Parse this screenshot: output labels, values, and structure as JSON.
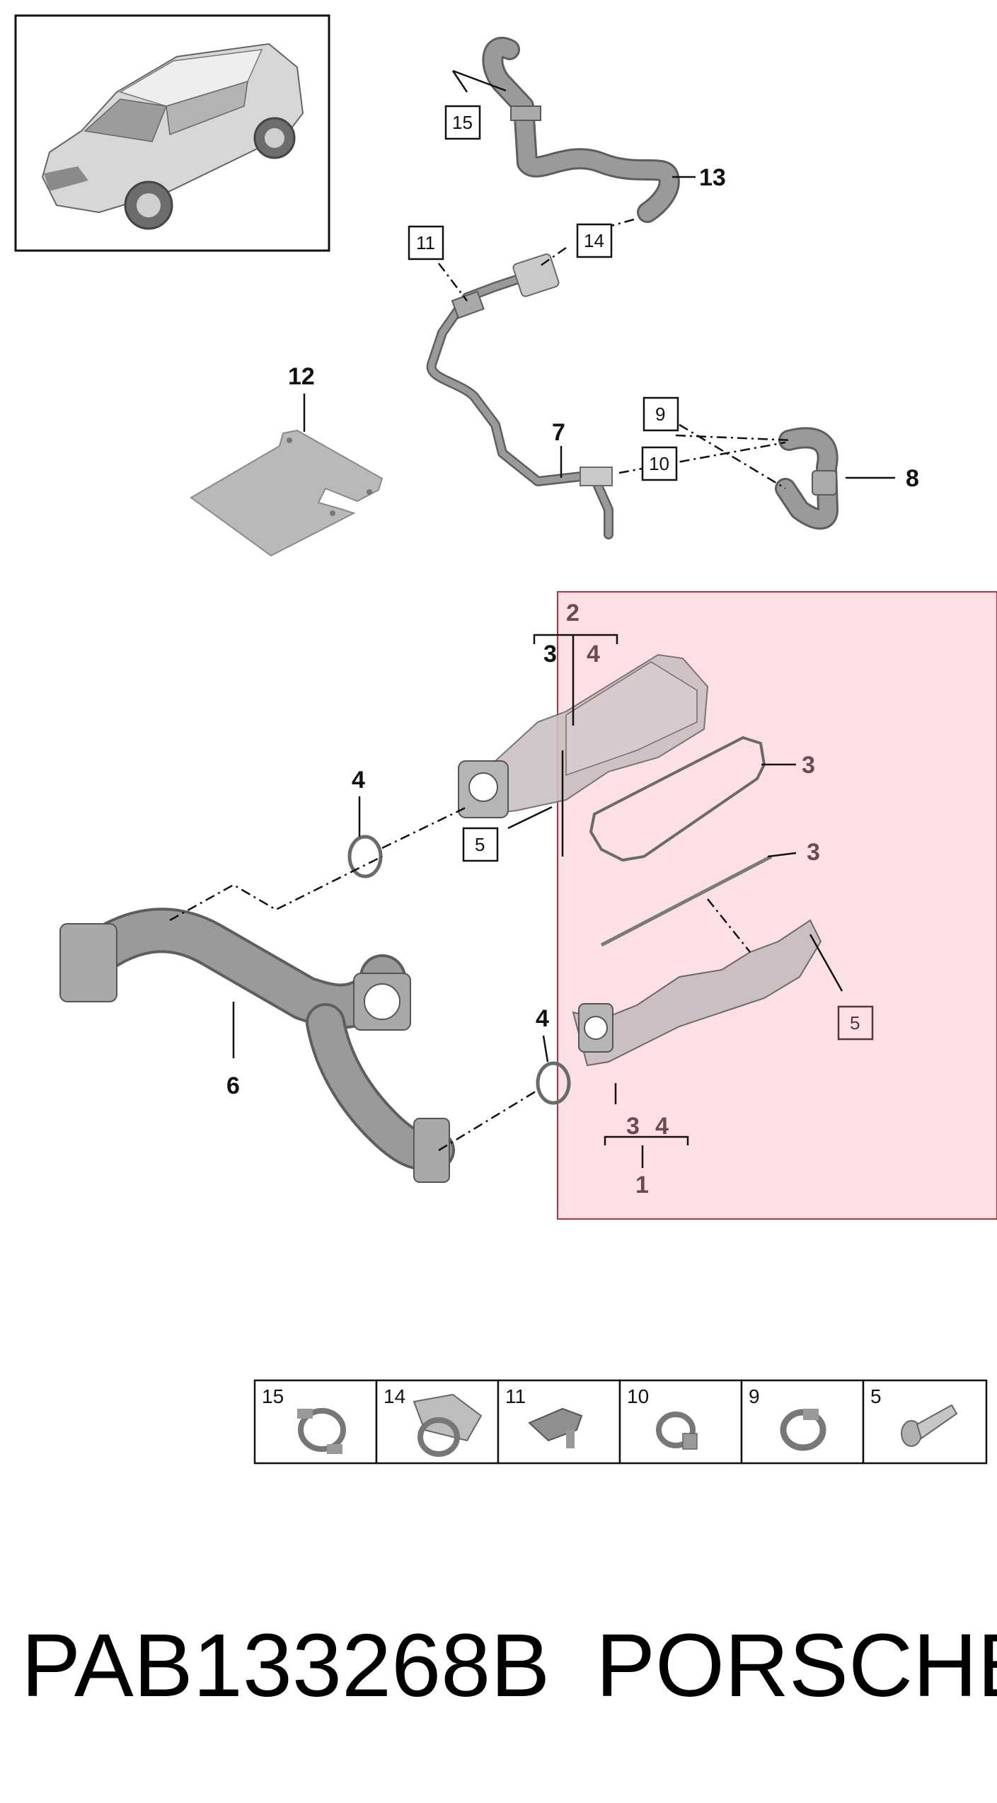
{
  "callouts": {
    "c1": "1",
    "c2": "2",
    "c3a": "3",
    "c3b": "3",
    "c3c": "3",
    "c3d": "3",
    "c4a": "4",
    "c4b": "4",
    "c4c": "4",
    "c4d": "4",
    "c6": "6",
    "c7": "7",
    "c8": "8",
    "c12": "12",
    "c13": "13"
  },
  "boxed_callouts": {
    "b15": "15",
    "b14": "14",
    "b11": "11",
    "b9": "9",
    "b10": "10",
    "b5a": "5",
    "b5b": "5"
  },
  "legend": {
    "cells": [
      "15",
      "14",
      "11",
      "10",
      "9",
      "5"
    ]
  },
  "footer": {
    "code": "PAB133268B",
    "brand": "PORSCHE"
  },
  "colors": {
    "highlight_fill": "#fde0e6",
    "highlight_border": "#c0303a",
    "part_gray": "#c9c9c9",
    "line": "#111111"
  }
}
